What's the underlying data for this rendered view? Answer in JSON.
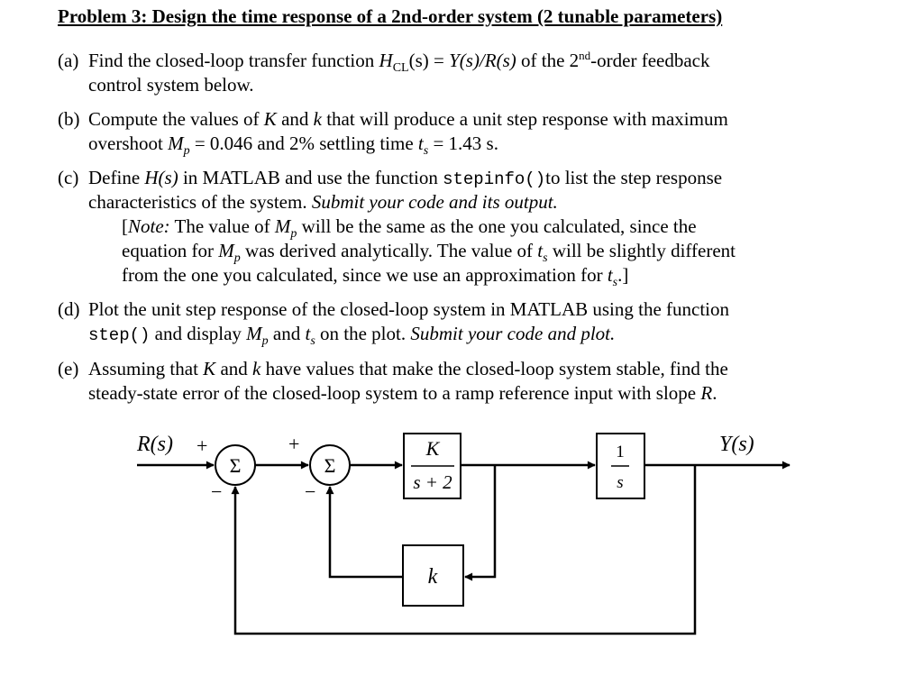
{
  "title": "Problem 3: Design the time response of a 2nd-order system (2 tunable parameters)",
  "a": {
    "label": "(a)",
    "l1a": "Find the closed-loop transfer function ",
    "H": "H",
    "CL": "CL",
    "l1b": "(s)  =  ",
    "YR": "Y(s)/R(s)",
    "l1c": " of the 2",
    "nd": "nd",
    "l1d": "-order feedback",
    "l2": "control system below."
  },
  "b": {
    "label": "(b)",
    "l1a": "Compute the values of ",
    "K": "K",
    "and": " and ",
    "k": "k",
    "l1b": " that will produce a unit step response with maximum",
    "l2a": "overshoot ",
    "M": "M",
    "p": "p",
    "l2b": " = 0.046 and 2% settling time ",
    "t": "t",
    "s": "s",
    "l2c": " = 1.43 s."
  },
  "c": {
    "label": "(c)",
    "l1a": "Define ",
    "Hs": "H(s)",
    "l1b": " in MATLAB and use the function ",
    "code": "stepinfo()",
    "l1c": "to list the step response",
    "l2a": "characteristics of the system.  ",
    "l2b": "Submit your code and its output.",
    "n1a": "[",
    "note": "Note:",
    "n1b": " The value of ",
    "n1c": " will be the same as the one you calculated, since the",
    "n2a": "equation for ",
    "n2b": " was derived analytically.  The value of ",
    "n2c": " will be slightly different",
    "n3a": "from the one you calculated, since we use an approximation for ",
    "n3b": ".]"
  },
  "d": {
    "label": "(d)",
    "l1": "Plot the unit step response of the closed-loop system in MATLAB using the function",
    "code": "step()",
    "l2a": " and display ",
    "and": " and ",
    "l2b": " on the plot.  ",
    "l2c": "Submit your code and plot."
  },
  "e": {
    "label": "(e)",
    "l1a": "Assuming that ",
    "l1b": " have values that make the closed-loop system stable, find the",
    "l2a": "steady-state error of the closed-loop system to a ramp reference input with slope ",
    "R": "R",
    "l2b": "."
  },
  "diagram": {
    "input": "R(s)",
    "output": "Y(s)",
    "plus": "+",
    "minus": "−",
    "sigma": "Σ",
    "block1_num": "K",
    "block1_den": "s + 2",
    "block2_num": "1",
    "block2_den": "s",
    "feedback_gain": "k"
  }
}
